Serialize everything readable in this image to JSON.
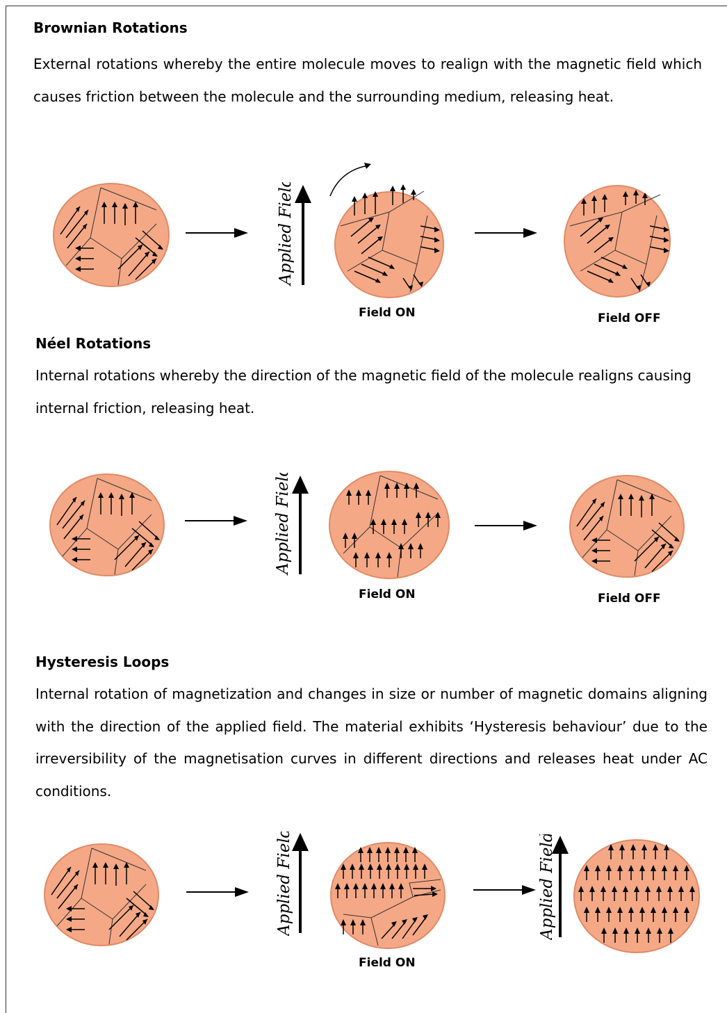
{
  "sections": [
    {
      "heading": "Brownian Rotations",
      "description": "External rotations whereby the entire molecule moves to realign with the magnetic field which causes friction between the molecule and the surrounding medium, releasing heat.",
      "field_label": "Applied Field",
      "panel_labels": [
        "Field ON",
        "Field OFF"
      ]
    },
    {
      "heading": "Néel Rotations",
      "description": "Internal rotations whereby the direction of the magnetic field of the molecule realigns causing internal friction, releasing heat.",
      "field_label": "Applied Field",
      "panel_labels": [
        "Field ON",
        "Field OFF"
      ]
    },
    {
      "heading": "Hysteresis Loops",
      "description": "Internal rotation of magnetization and changes in size or number of magnetic domains aligning with the direction of the applied field. The material exhibits ‘Hysteresis behaviour’ due to the irreversibility of the magnetisation curves in different directions and releases heat under AC conditions.",
      "field_label": "Applied Field",
      "panel_labels": [
        "Field ON"
      ]
    }
  ],
  "colors": {
    "particle_fill": "#f4a886",
    "particle_edge": "#e08a66",
    "ink": "#000000"
  }
}
